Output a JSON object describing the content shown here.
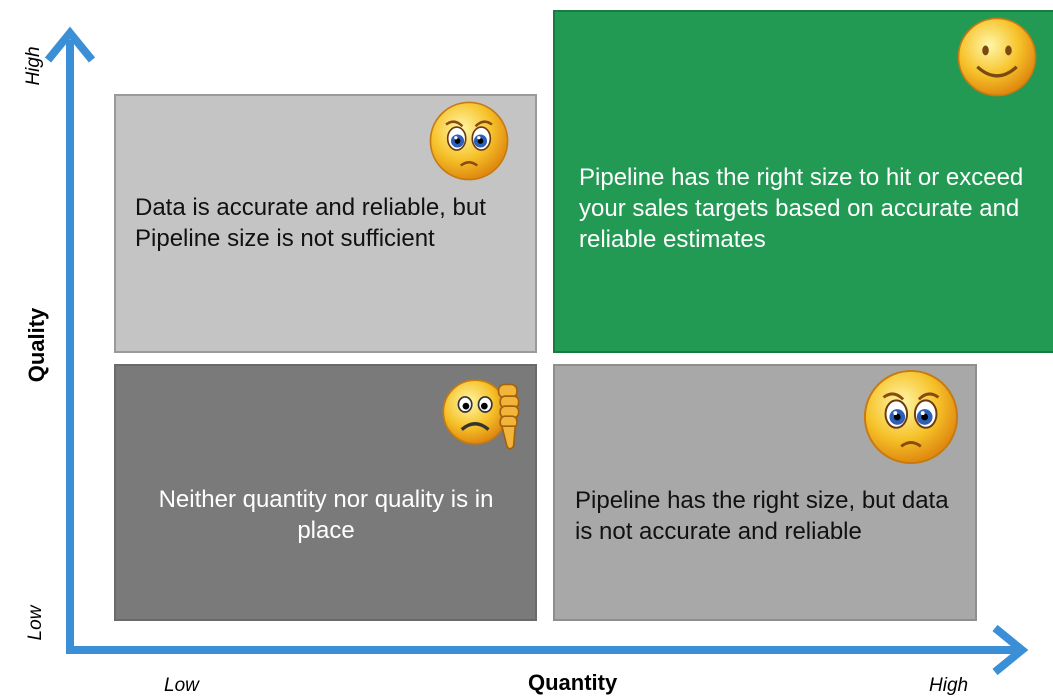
{
  "axes": {
    "y_title": "Quality",
    "y_high": "High",
    "y_low": "Low",
    "x_title": "Quantity",
    "x_low": "Low",
    "x_high": "High",
    "arrow_color": "#3a8fd6"
  },
  "quadrants": {
    "top_left": {
      "text": "Data is accurate and reliable, but Pipeline size is not sufficient",
      "face": "sad-crying-face-icon",
      "color": "#c4c4c4"
    },
    "top_right": {
      "text": "Pipeline has the right size to hit or exceed your sales targets based on accurate and reliable estimates",
      "face": "smiley-face-icon",
      "color": "#239a54"
    },
    "bottom_left": {
      "text": "Neither quantity nor quality is in place",
      "face": "thumbs-down-face-icon",
      "color": "#7a7a7a"
    },
    "bottom_right": {
      "text": "Pipeline has the right size, but data is not accurate and reliable",
      "face": "sad-crying-face-icon",
      "color": "#a8a8a8"
    }
  }
}
